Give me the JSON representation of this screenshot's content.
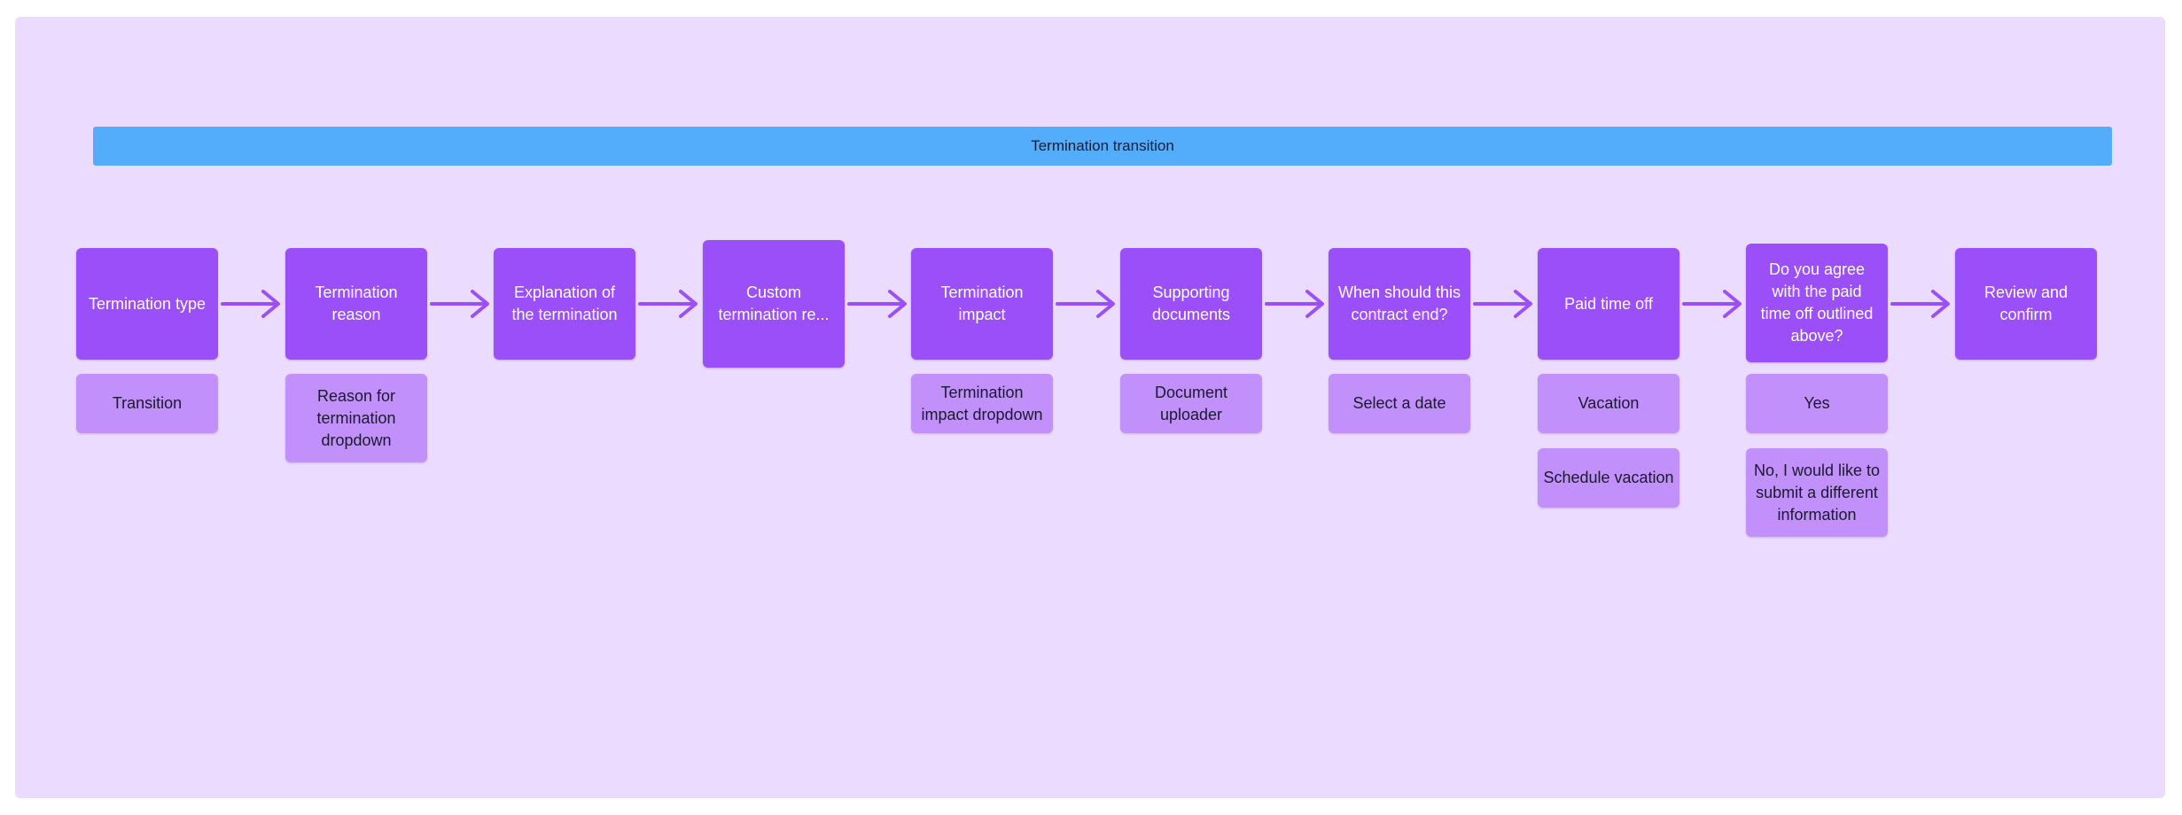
{
  "colors": {
    "canvas_bg": "#ebdcff",
    "banner_bg": "#53adfb",
    "step_bg": "#9b4ff8",
    "sub_bg": "#c190fa",
    "arrow": "#9b4ff8"
  },
  "banner": {
    "label": "Termination transition"
  },
  "steps": [
    {
      "label": "Termination type",
      "options": [
        "Transition"
      ]
    },
    {
      "label": "Termination reason",
      "options": [
        "Reason for termination dropdown"
      ]
    },
    {
      "label": "Explanation of the termination",
      "options": []
    },
    {
      "label": "Custom termination re...",
      "options": []
    },
    {
      "label": "Termination impact",
      "options": [
        "Termination impact dropdown"
      ]
    },
    {
      "label": "Supporting documents",
      "options": [
        "Document uploader"
      ]
    },
    {
      "label": "When should this contract end?",
      "options": [
        "Select a date"
      ]
    },
    {
      "label": "Paid time off",
      "options": [
        "Vacation",
        "Schedule vacation"
      ]
    },
    {
      "label": "Do you agree with the paid time off outlined above?",
      "options": [
        "Yes",
        "No, I would like to submit a different information"
      ]
    },
    {
      "label": "Review and confirm",
      "options": []
    }
  ]
}
